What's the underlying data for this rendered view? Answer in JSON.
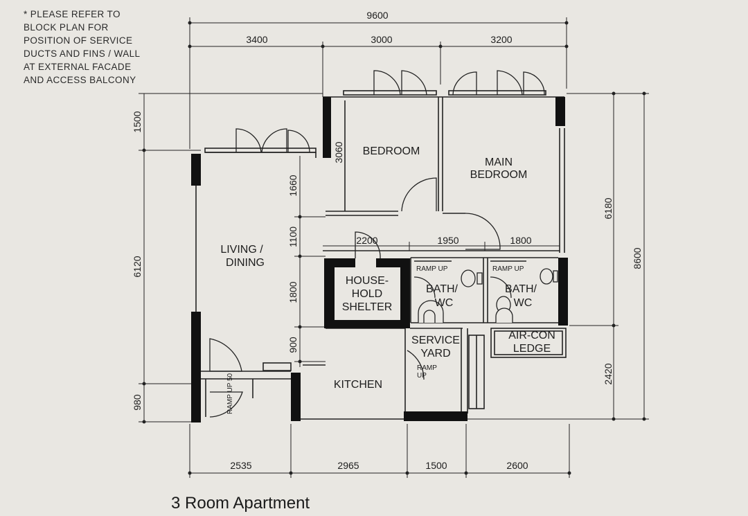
{
  "note": {
    "lines": [
      "* PLEASE REFER TO",
      "BLOCK PLAN FOR",
      "POSITION OF SERVICE",
      "DUCTS AND FINS / WALL",
      "AT EXTERNAL FACADE",
      "AND ACCESS BALCONY"
    ]
  },
  "caption": "3 Room Apartment",
  "dimensions": {
    "top_overall": "9600",
    "top_left": "3400",
    "top_mid": "3000",
    "top_right": "3200",
    "bottom_1": "2535",
    "bottom_2": "2965",
    "bottom_3": "1500",
    "bottom_4": "2600",
    "left_top": "1500",
    "left_mid": "6120",
    "left_bottom": "980",
    "inner_v1": "1660",
    "inner_v2": "1100",
    "inner_v3": "1800",
    "inner_v4": "900",
    "bedroom_width": "3060",
    "corridor_1": "2200",
    "corridor_2": "1950",
    "corridor_3": "1800",
    "right_upper": "6180",
    "right_lower": "2420",
    "right_overall": "8600"
  },
  "rooms": {
    "bedroom": "BEDROOM",
    "main_bedroom_1": "MAIN",
    "main_bedroom_2": "BEDROOM",
    "living_1": "LIVING /",
    "living_2": "DINING",
    "shelter_1": "HOUSE-",
    "shelter_2": "HOLD",
    "shelter_3": "SHELTER",
    "bath1_1": "BATH/",
    "bath1_2": "WC",
    "bath2_1": "BATH/",
    "bath2_2": "WC",
    "service_1": "SERVICE",
    "service_2": "YARD",
    "aircon_1": "AIR-CON",
    "aircon_2": "LEDGE",
    "kitchen": "KITCHEN"
  },
  "labels": {
    "ramp_up": "RAMP UP",
    "ramp": "RAMP",
    "up": "UP",
    "ramp_up_50": "RAMP UP 50"
  }
}
